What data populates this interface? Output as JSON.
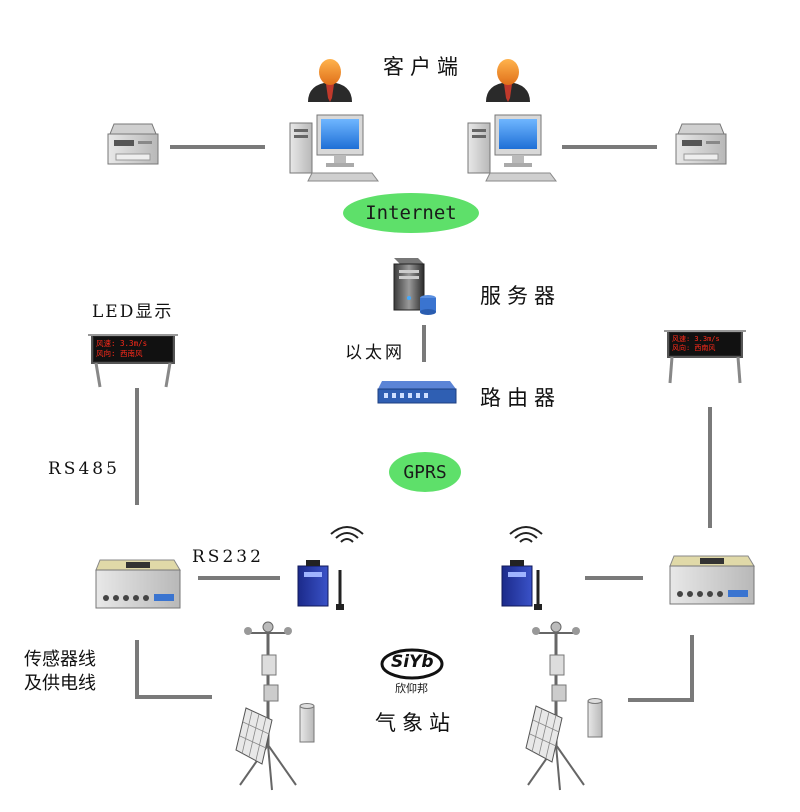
{
  "labels": {
    "client": "客户端",
    "internet": "Internet",
    "server": "服务器",
    "led": "LED显示",
    "ethernet": "以太网",
    "router": "路由器",
    "rs485": "RS485",
    "gprs": "GPRS",
    "rs232": "RS232",
    "sensor_line_1": "传感器线",
    "sensor_line_2": "及供电线",
    "weather_station": "气象站",
    "logo_text": "欣仰邦",
    "logo_mark": "SiYb",
    "led_line_1": "风速: 3.3m/s",
    "led_line_2": "风向: 西南风"
  },
  "colors": {
    "pill_green": "#5ee06a",
    "line_gray": "#7a7a7a",
    "led_red": "#ff2a1a",
    "router_blue": "#2f5fb3"
  },
  "icons": [
    "person-icon",
    "desktop-computer-icon",
    "printer-icon",
    "server-icon",
    "router-icon",
    "led-display-board-icon",
    "data-logger-icon",
    "gprs-dtu-icon",
    "wireless-signal-icon",
    "weather-station-tripod-icon",
    "solar-panel-icon",
    "rain-gauge-icon",
    "siyb-logo"
  ]
}
